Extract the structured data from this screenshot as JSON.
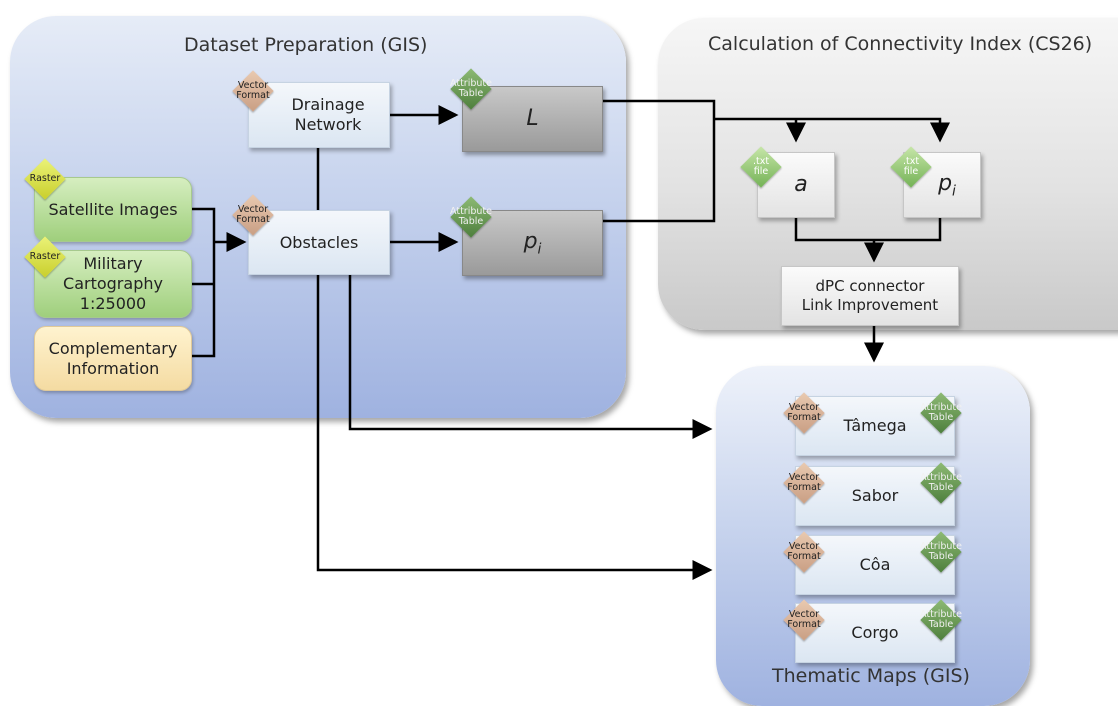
{
  "panels": {
    "dataset": "Dataset Preparation (GIS)",
    "connectivity": "Calculation of Connectivity Index (CS26)",
    "thematic": "Thematic Maps (GIS)"
  },
  "inputs": {
    "satellite": "Satellite Images",
    "military_line1": "Military",
    "military_line2": "Cartography",
    "military_line3": "1:25000",
    "complementary_line1": "Complementary",
    "complementary_line2": "Information"
  },
  "gis": {
    "drainage_line1": "Drainage",
    "drainage_line2": "Network",
    "obstacles": "Obstacles",
    "l": "L",
    "pi_base": "p",
    "pi_sub": "i"
  },
  "ci": {
    "a": "a",
    "pi_base": "p",
    "pi_sub": "i",
    "dpc_line1": "dPC connector",
    "dpc_line2": "Link Improvement"
  },
  "maps": [
    "Tâmega",
    "Sabor",
    "Côa",
    "Corgo"
  ],
  "tags": {
    "raster": "Raster",
    "vector_line1": "Vector",
    "vector_line2": "Format",
    "attribute_line1": "Attribute",
    "attribute_line2": "Table",
    "txt_line1": ".txt",
    "txt_line2": "file"
  }
}
